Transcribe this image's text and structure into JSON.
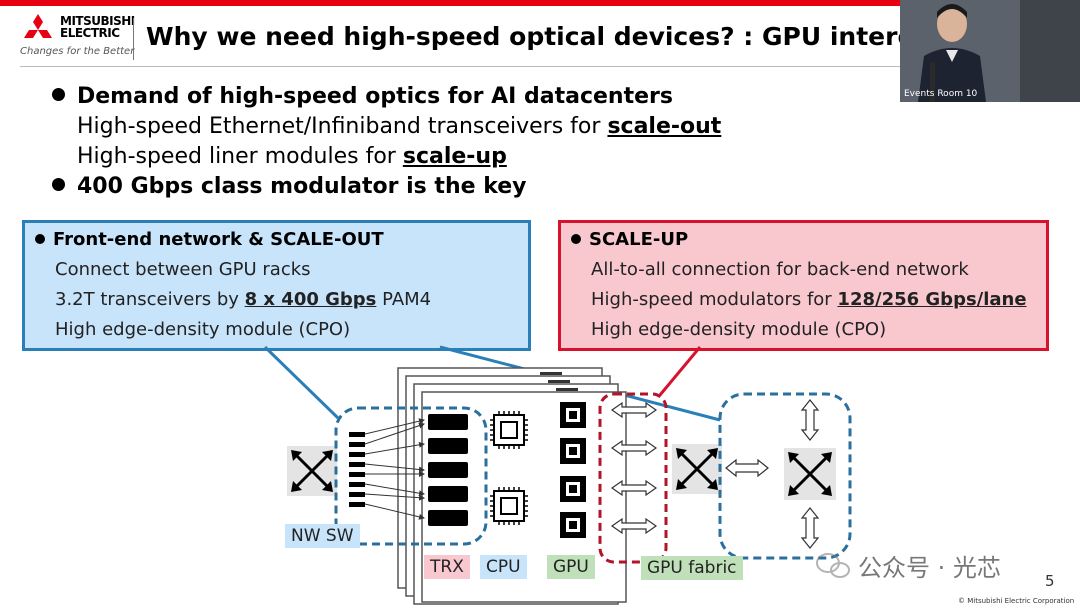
{
  "header": {
    "logo_line1": "MITSUBISHI",
    "logo_line2": "ELECTRIC",
    "logo_tagline": "Changes for the Better",
    "title": "Why we need high-speed optical devices? : GPU interconnect"
  },
  "webcam": {
    "label": "Events Room 10"
  },
  "bullets": {
    "b1": "Demand of high-speed optics for AI datacenters",
    "b1_line2_pre": "High-speed Ethernet/Infiniband transceivers for ",
    "b1_line2_u": "scale-out",
    "b1_line3_pre": "High-speed liner modules for ",
    "b1_line3_u": "scale-up",
    "b2": "400 Gbps class modulator is the key"
  },
  "left_box": {
    "heading": "Front-end network & SCALE-OUT",
    "line1": "Connect between GPU racks",
    "line2_pre": "3.2T transceivers by ",
    "line2_u": "8 x 400 Gbps",
    "line2_post": " PAM4",
    "line3": "High edge-density module (CPO)"
  },
  "right_box": {
    "heading": "SCALE-UP",
    "line1": "All-to-all connection for back-end network",
    "line2_pre": "High-speed modulators for ",
    "line2_u": "128/256 Gbps/lane",
    "line3": "High edge-density module (CPO)"
  },
  "diagram_labels": {
    "nw_sw": "NW SW",
    "trx": "TRX",
    "cpu": "CPU",
    "gpu": "GPU",
    "gpu_fabric": "GPU fabric"
  },
  "footer": {
    "watermark": "公众号 · 光芯",
    "page": "5",
    "copyright": "© Mitsubishi Electric Corporation"
  },
  "colors": {
    "accent_red": "#e60012",
    "box_blue_bg": "#c8e4fb",
    "box_blue_border": "#2b7fb8",
    "box_red_bg": "#f9c8ce",
    "box_red_border": "#d8122d",
    "dashed_blue": "#2b6f9e",
    "dashed_red": "#b0152a"
  }
}
